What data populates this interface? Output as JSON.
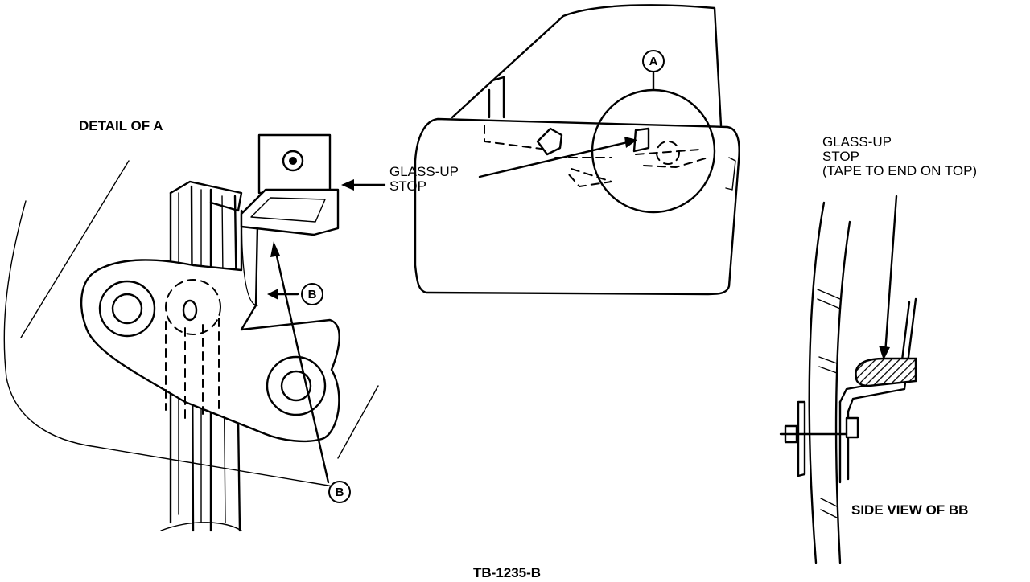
{
  "labels": {
    "detail_of_a": "DETAIL OF A",
    "glass_up_stop_center_line1": "GLASS-UP",
    "glass_up_stop_center_line2": "STOP",
    "glass_up_stop_right_line1": "GLASS-UP",
    "glass_up_stop_right_line2": "STOP",
    "glass_up_stop_right_line3": "(TAPE TO END ON TOP)",
    "side_view": "SIDE VIEW OF BB",
    "figure_id": "TB-1235-B"
  },
  "callouts": {
    "a": "A",
    "b_upper": "B",
    "b_lower": "B"
  }
}
